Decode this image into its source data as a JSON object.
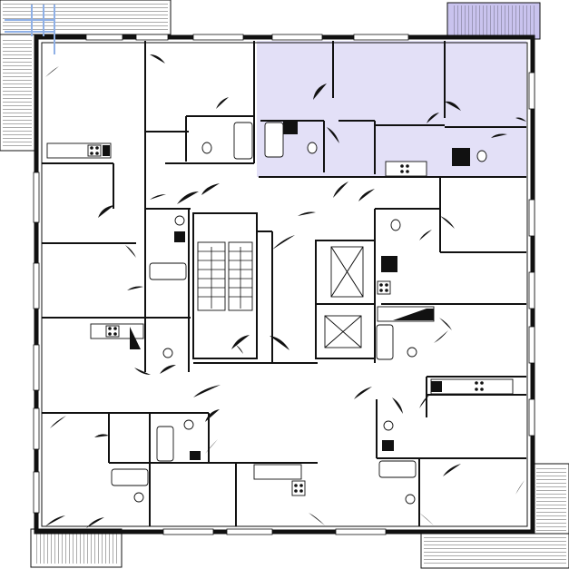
{
  "plan": {
    "highlight_color": "#e3e0f7",
    "highlight_balcony_color": "#c9c3ee",
    "wall_color": "#111111",
    "background": "#ffffff",
    "units": [
      {
        "id": "apartment-top-left"
      },
      {
        "id": "apartment-top-middle"
      },
      {
        "id": "apartment-top-right",
        "highlighted": true
      },
      {
        "id": "apartment-right-upper"
      },
      {
        "id": "apartment-right-lower"
      },
      {
        "id": "apartment-bottom-right"
      },
      {
        "id": "apartment-bottom-middle"
      },
      {
        "id": "apartment-bottom-left"
      },
      {
        "id": "apartment-left-middle"
      }
    ],
    "core": {
      "stair": "stairwell",
      "elevators": 2
    }
  }
}
